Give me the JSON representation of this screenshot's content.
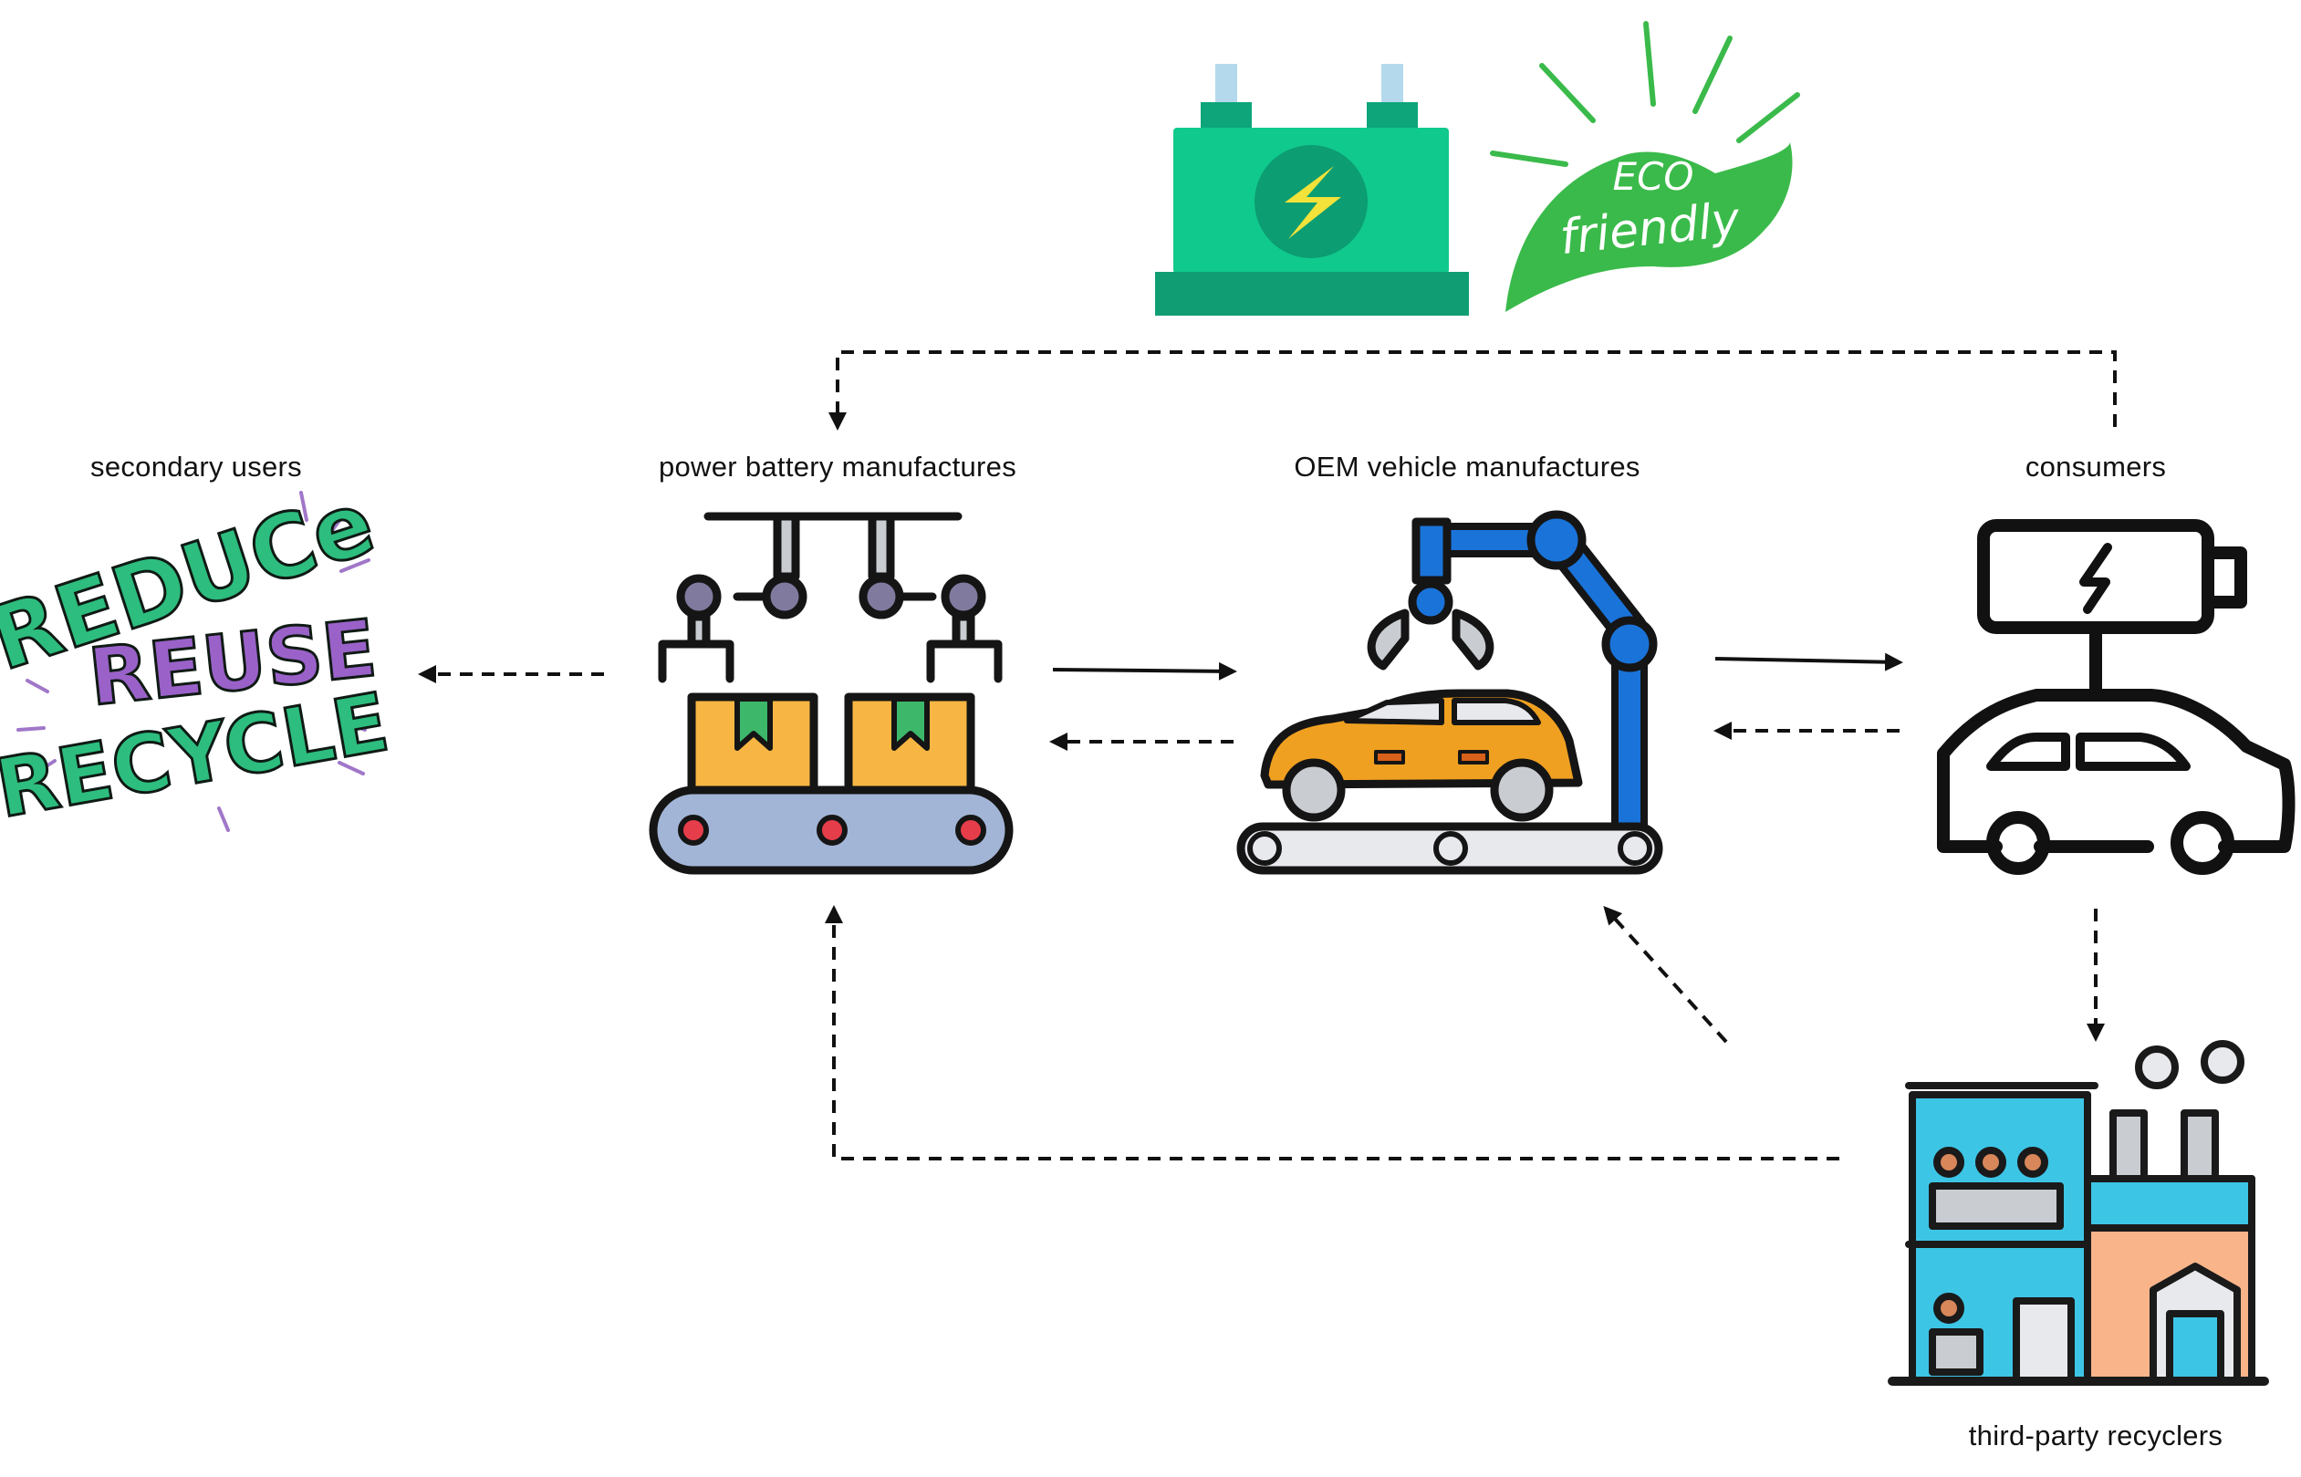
{
  "nodes": {
    "secondary_users": {
      "label": "secondary users"
    },
    "power_battery_manufactures": {
      "label": "power battery manufactures"
    },
    "oem_vehicle_manufactures": {
      "label": "OEM vehicle manufactures"
    },
    "consumers": {
      "label": "consumers"
    },
    "third_party_recyclers": {
      "label": "third-party recyclers"
    }
  },
  "badges": {
    "eco": {
      "line1": "ECO",
      "line2": "friendly"
    },
    "reduce_reuse_recycle": {
      "word1": "REDUCe",
      "word2": "REUSE",
      "word3": "RECYCLE"
    }
  },
  "edges": [
    {
      "from": "power_battery_manufactures",
      "to": "oem_vehicle_manufactures",
      "style": "solid"
    },
    {
      "from": "oem_vehicle_manufactures",
      "to": "consumers",
      "style": "solid"
    },
    {
      "from": "oem_vehicle_manufactures",
      "to": "power_battery_manufactures",
      "style": "dashed"
    },
    {
      "from": "consumers",
      "to": "oem_vehicle_manufactures",
      "style": "dashed"
    },
    {
      "from": "power_battery_manufactures",
      "to": "secondary_users",
      "style": "dashed"
    },
    {
      "from": "consumers",
      "to": "power_battery_manufactures",
      "style": "dashed"
    },
    {
      "from": "consumers",
      "to": "third_party_recyclers",
      "style": "dashed"
    },
    {
      "from": "third_party_recyclers",
      "to": "oem_vehicle_manufactures",
      "style": "dashed"
    },
    {
      "from": "third_party_recyclers",
      "to": "power_battery_manufactures",
      "style": "dashed"
    }
  ],
  "colors": {
    "green": "#2dbd7e",
    "battery_green": "#10c98c",
    "leaf_green": "#3aba4a",
    "purple": "#9a62c8",
    "orange": "#f0a021",
    "box_yellow": "#f7b644",
    "robot_blue": "#1a73d9",
    "conveyor_blue": "#a3b5d6",
    "stroke": "#111111"
  }
}
